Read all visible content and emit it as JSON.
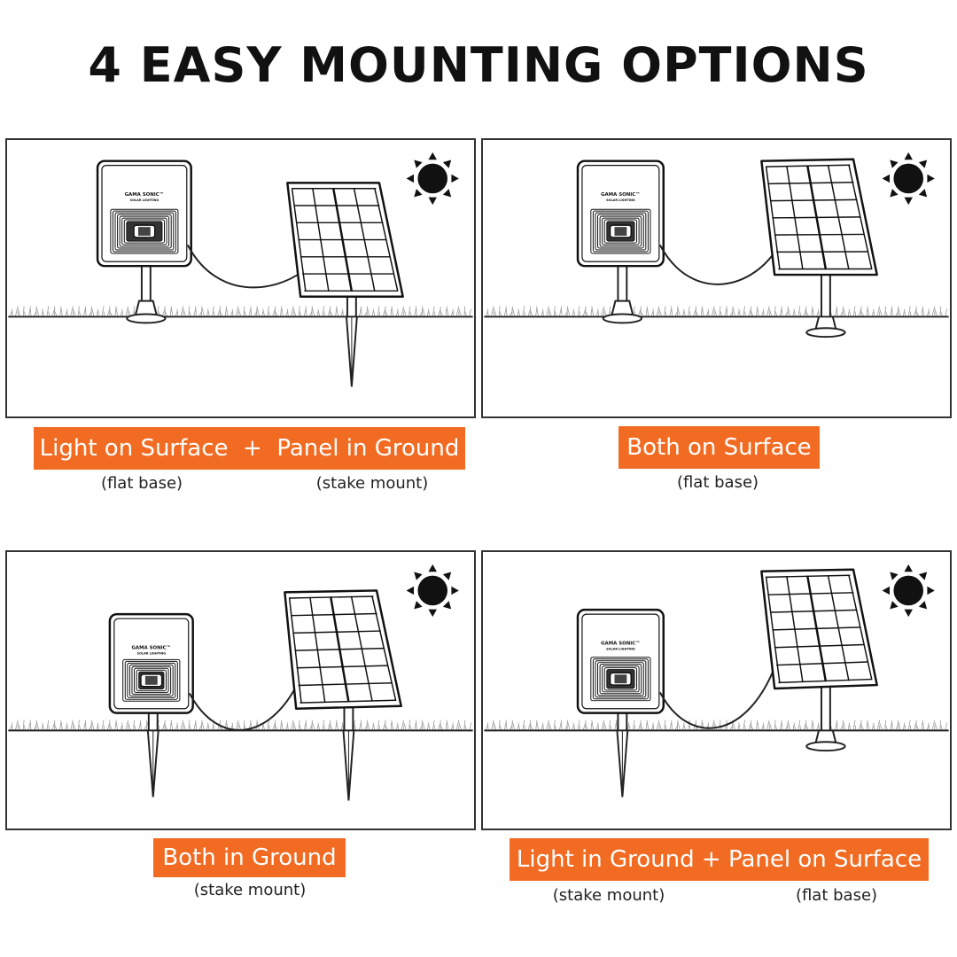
{
  "title": "4 EASY MOUNTING OPTIONS",
  "brand": {
    "logo_line1": "GAMA SONIC™",
    "logo_line2": "SOLAR LIGHTING"
  },
  "accent_color": "#f26b22",
  "options": [
    {
      "label": "Light on Surface  +  Panel in Ground",
      "notes": [
        "(flat base)",
        "(stake mount)"
      ],
      "light_mount": "surface",
      "panel_mount": "ground"
    },
    {
      "label": "Both on Surface",
      "notes": [
        "(flat base)"
      ],
      "light_mount": "surface",
      "panel_mount": "surface"
    },
    {
      "label": "Both in Ground",
      "notes": [
        "(stake mount)"
      ],
      "light_mount": "ground",
      "panel_mount": "ground"
    },
    {
      "label": "Light in Ground + Panel on Surface",
      "notes": [
        "(stake mount)",
        "(flat base)"
      ],
      "light_mount": "ground",
      "panel_mount": "surface"
    }
  ]
}
